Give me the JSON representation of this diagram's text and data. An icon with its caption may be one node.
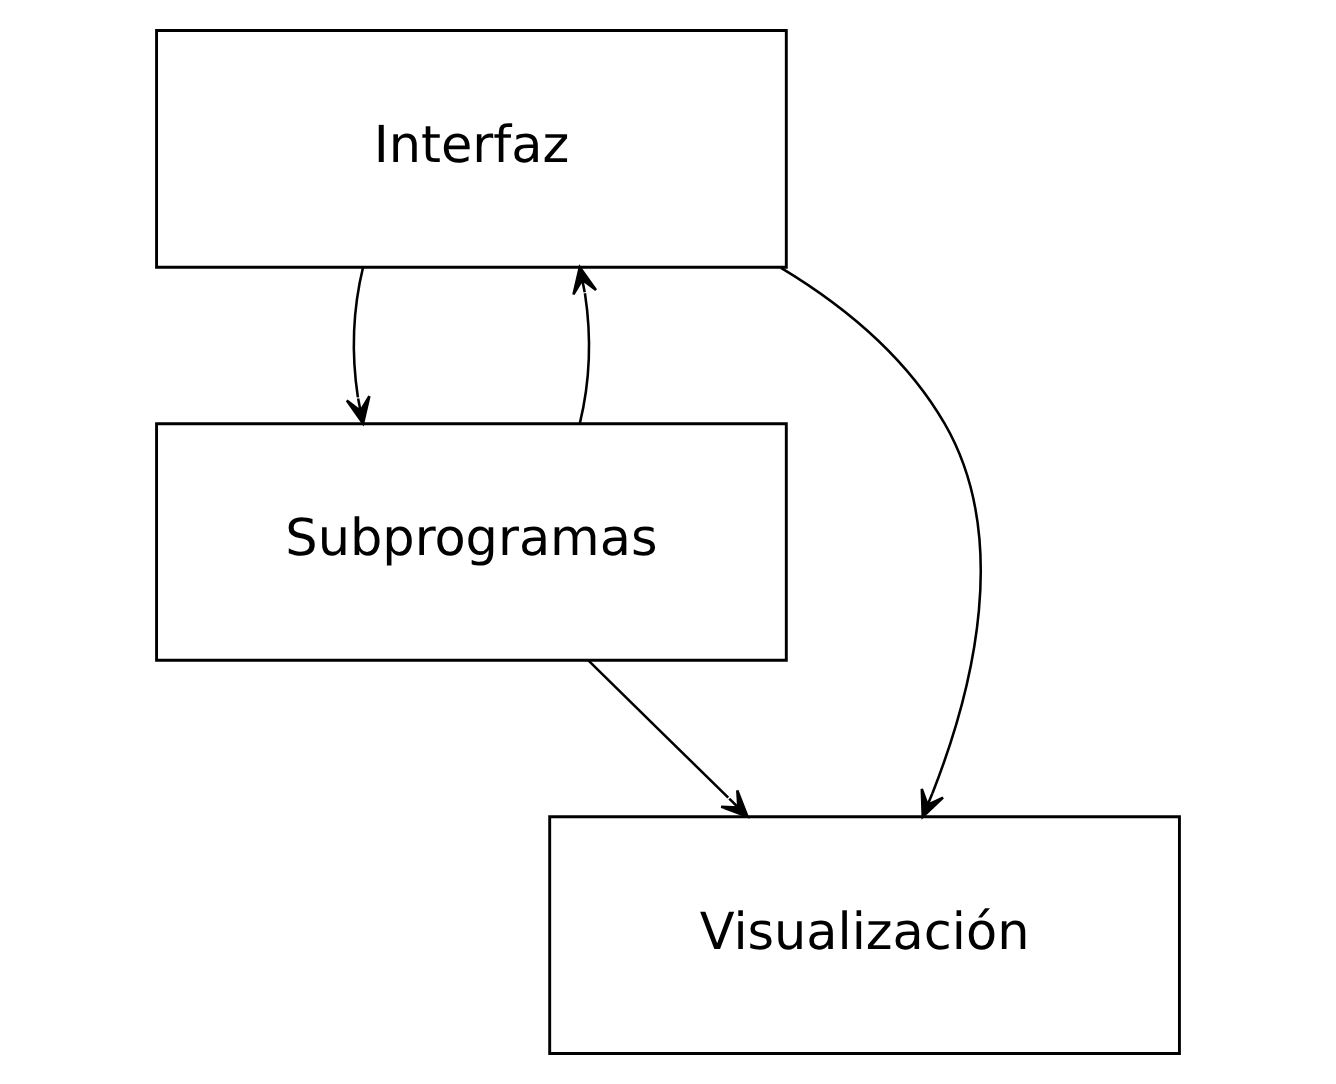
{
  "diagram": {
    "nodes": [
      {
        "text": [
          "Interfaz"
        ]
      },
      {
        "text": [
          "Subprogramas"
        ]
      },
      {
        "text": [
          "Visualización"
        ]
      }
    ],
    "edges": [
      {
        "from": 0,
        "to": 2,
        "arrow": "to"
      },
      {
        "from": 0,
        "to": 1,
        "arrow": "to"
      },
      {
        "from": 1,
        "to": 0,
        "arrow": "to"
      },
      {
        "from": 1,
        "to": 2,
        "arrow": "to"
      }
    ]
  }
}
